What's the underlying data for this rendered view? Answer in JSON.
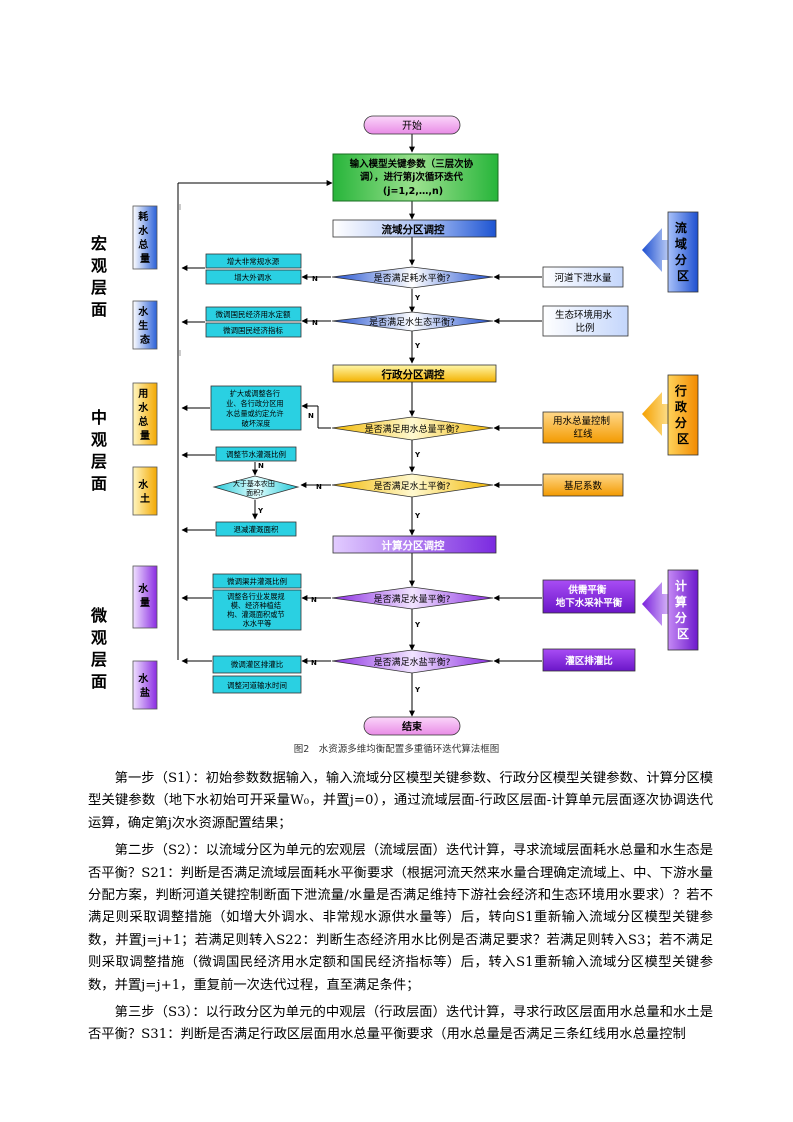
{
  "flowchart": {
    "start": "开始",
    "end": "结束",
    "input": [
      "输入模型关键参数（三层次协",
      "调），进行第j次循环迭代",
      "(j=1,2,…,n)"
    ],
    "stage_basin": "流域分区调控",
    "stage_admin": "行政分区调控",
    "stage_calc": "计算分区调控",
    "decisions": {
      "d1": "是否满足耗水平衡?",
      "d2": "是否满足水生态平衡?",
      "d3": "是否满足用水总量平衡?",
      "d4": "是否满足水土平衡?",
      "d5": "是否满足水量平衡?",
      "d6": "是否满足水盐平衡?",
      "d_farm": [
        "大于基本农田",
        "面积?"
      ]
    },
    "yes": "Y",
    "no": "N",
    "inputs_right": {
      "r1": "河道下泄水量",
      "r2": [
        "生态环境用水",
        "比例"
      ],
      "r3": [
        "用水总量控制",
        "红线"
      ],
      "r4": "基尼系数",
      "r5": [
        "供需平衡",
        "地下水采补平衡"
      ],
      "r6": "灌区排灌比"
    },
    "actions_left": {
      "a1a": "增大非常规水源",
      "a1b": "增大外调水",
      "a2a": "微调国民经济用水定额",
      "a2b": "微调国民经济指标",
      "a3": [
        "扩大或调整各行",
        "业、各行政分区用",
        "水总量或约定允许",
        "破坏深度"
      ],
      "a4a": "调整节水灌溉比例",
      "a4b": "退减灌溉面积",
      "a5a": "微调渠井灌溉比例",
      "a5b": [
        "调整各行业发展规",
        "模、经济种植结",
        "构、灌溉面积或节",
        "水水平等"
      ],
      "a6a": "微调灌区排灌比",
      "a6b": "调整河道输水时间"
    },
    "indicators_left": {
      "i1": [
        "耗",
        "水",
        "总",
        "量"
      ],
      "i2": [
        "水",
        "生",
        "态"
      ],
      "i3": [
        "用",
        "水",
        "总",
        "量"
      ],
      "i4": [
        "水",
        "土"
      ],
      "i5": [
        "水",
        "量"
      ],
      "i6": [
        "水",
        "盐"
      ]
    },
    "levels": {
      "macro": [
        "宏",
        "观",
        "层",
        "面"
      ],
      "meso": [
        "中",
        "观",
        "层",
        "面"
      ],
      "micro": [
        "微",
        "观",
        "层",
        "面"
      ]
    },
    "zones": {
      "basin": [
        "流",
        "域",
        "分",
        "区"
      ],
      "admin": [
        "行",
        "政",
        "分",
        "区"
      ],
      "calc": [
        "计",
        "算",
        "分",
        "区"
      ]
    },
    "colors": {
      "pink": "#f5a3f3",
      "green": "#2fbf3e",
      "blue": "#1f5fd8",
      "yellow": "#f0c000",
      "orange": "#f59b00",
      "purple": "#8a2be2",
      "cyan": "#2ad8e6"
    }
  },
  "caption": "图2　水资源多维均衡配置多重循环迭代算法框图",
  "paragraphs": [
    "第一步（S1）：初始参数数据输入，输入流域分区模型关键参数、行政分区模型关键参数、计算分区模型关键参数（地下水初始可开采量W₀，并置j=0），通过流域层面-行政区层面-计算单元层面逐次协调迭代运算，确定第j次水资源配置结果；",
    "第二步（S2）：以流域分区为单元的宏观层（流域层面）迭代计算，寻求流域层面耗水总量和水生态是否平衡？S21：判断是否满足流域层面耗水平衡要求（根据河流天然来水量合理确定流域上、中、下游水量分配方案，判断河道关键控制断面下泄流量/水量是否满足维持下游社会经济和生态环境用水要求）？若不满足则采取调整措施（如增大外调水、非常规水源供水量等）后，转向S1重新输入流域分区模型关键参数，并置j=j+1；若满足则转入S22：判断生态经济用水比例是否满足要求？若满足则转入S3；若不满足则采取调整措施（微调国民经济用水定额和国民经济指标等）后，转入S1重新输入流域分区模型关键参数，并置j=j+1，重复前一次迭代过程，直至满足条件；",
    "第三步（S3）：以行政分区为单元的中观层（行政层面）迭代计算，寻求行政区层面用水总量和水土是否平衡？S31：判断是否满足行政区层面用水总量平衡要求（用水总量是否满足三条红线用水总量控制"
  ]
}
